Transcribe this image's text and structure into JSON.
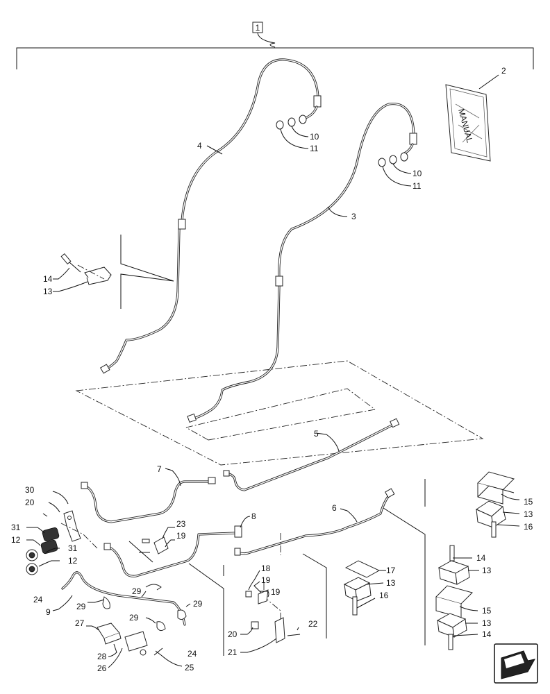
{
  "assembly_box": "1",
  "callouts": [
    {
      "id": "c2",
      "text": "2"
    },
    {
      "id": "c3",
      "text": "3"
    },
    {
      "id": "c4",
      "text": "4"
    },
    {
      "id": "c5",
      "text": "5"
    },
    {
      "id": "c6",
      "text": "6"
    },
    {
      "id": "c7",
      "text": "7"
    },
    {
      "id": "c8",
      "text": "8"
    },
    {
      "id": "c9",
      "text": "9"
    },
    {
      "id": "c10a",
      "text": "10"
    },
    {
      "id": "c11a",
      "text": "11"
    },
    {
      "id": "c10b",
      "text": "10"
    },
    {
      "id": "c11b",
      "text": "11"
    },
    {
      "id": "c12a",
      "text": "12"
    },
    {
      "id": "c12b",
      "text": "12"
    },
    {
      "id": "c13a",
      "text": "13"
    },
    {
      "id": "c13b",
      "text": "13"
    },
    {
      "id": "c13c",
      "text": "13"
    },
    {
      "id": "c13d",
      "text": "13"
    },
    {
      "id": "c13e",
      "text": "13"
    },
    {
      "id": "c14a",
      "text": "14"
    },
    {
      "id": "c14b",
      "text": "14"
    },
    {
      "id": "c14c",
      "text": "14"
    },
    {
      "id": "c15a",
      "text": "15"
    },
    {
      "id": "c15b",
      "text": "15"
    },
    {
      "id": "c16a",
      "text": "16"
    },
    {
      "id": "c16b",
      "text": "16"
    },
    {
      "id": "c17",
      "text": "17"
    },
    {
      "id": "c18",
      "text": "18"
    },
    {
      "id": "c19a",
      "text": "19"
    },
    {
      "id": "c19b",
      "text": "19"
    },
    {
      "id": "c19c",
      "text": "19"
    },
    {
      "id": "c20a",
      "text": "20"
    },
    {
      "id": "c20b",
      "text": "20"
    },
    {
      "id": "c21",
      "text": "21"
    },
    {
      "id": "c22",
      "text": "22"
    },
    {
      "id": "c23",
      "text": "23"
    },
    {
      "id": "c24a",
      "text": "24"
    },
    {
      "id": "c24b",
      "text": "24"
    },
    {
      "id": "c25",
      "text": "25"
    },
    {
      "id": "c26",
      "text": "26"
    },
    {
      "id": "c27",
      "text": "27"
    },
    {
      "id": "c28",
      "text": "28"
    },
    {
      "id": "c29a",
      "text": "29"
    },
    {
      "id": "c29b",
      "text": "29"
    },
    {
      "id": "c29c",
      "text": "29"
    },
    {
      "id": "c30",
      "text": "30"
    },
    {
      "id": "c31a",
      "text": "31"
    },
    {
      "id": "c31b",
      "text": "31"
    }
  ],
  "nav_icon": "arrow-lower-left-icon"
}
